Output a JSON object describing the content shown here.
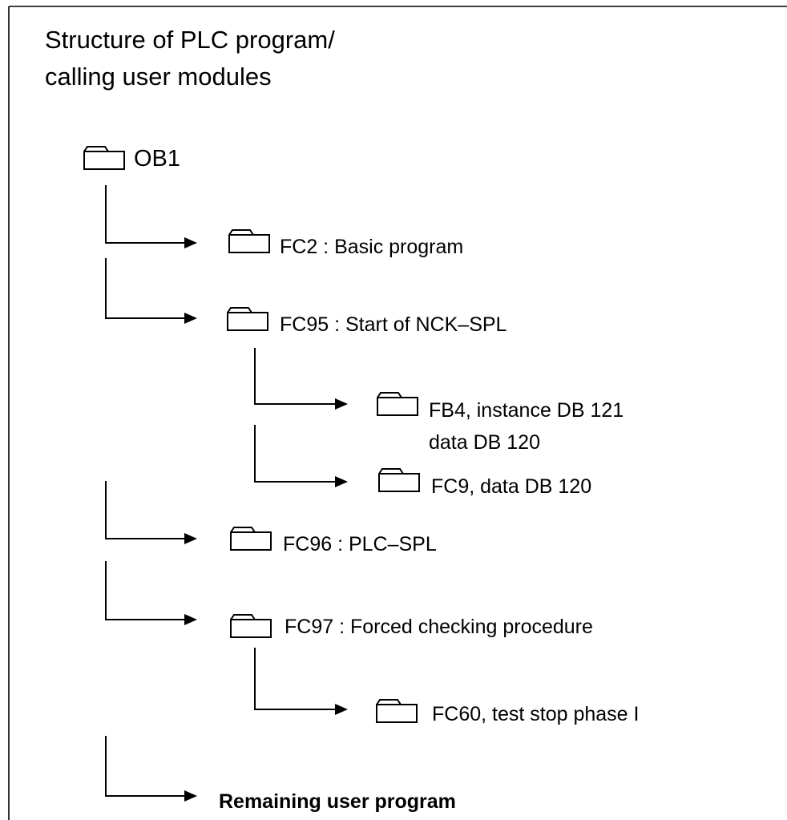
{
  "title": {
    "line1": "Structure of PLC program/",
    "line2": "calling user modules"
  },
  "root": {
    "label": "OB1",
    "icon": "folder-icon"
  },
  "modules": [
    {
      "label": "FC2 : Basic program",
      "icon": "folder-icon"
    },
    {
      "label": "FC95 : Start of NCK–SPL",
      "icon": "folder-icon"
    },
    {
      "label": "FB4, instance DB 121",
      "label2": "data DB 120",
      "icon": "folder-icon"
    },
    {
      "label": "FC9, data DB 120",
      "icon": "folder-icon"
    },
    {
      "label": "FC96 : PLC–SPL",
      "icon": "folder-icon"
    },
    {
      "label": "FC97 : Forced checking procedure",
      "icon": "folder-icon"
    },
    {
      "label": "FC60, test stop phase I",
      "icon": "folder-icon"
    },
    {
      "label": "Remaining user program"
    }
  ]
}
